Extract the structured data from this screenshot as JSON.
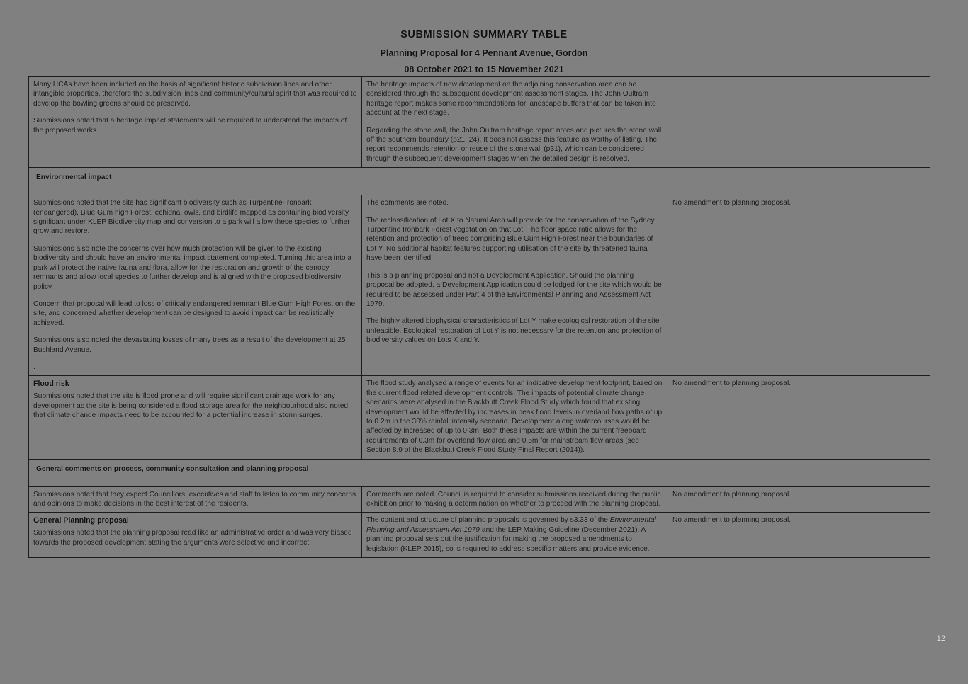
{
  "header": {
    "title": "SUBMISSION SUMMARY TABLE",
    "subtitle": "Planning Proposal for 4 Pennant Avenue, Gordon",
    "dates": "08 October 2021 to 15 November 2021"
  },
  "page_number": "12",
  "colors": {
    "page_background": "#808080",
    "section_teal": "#ddeef1",
    "section_blue": "#97c6e4",
    "table_border": "#1b1b1b"
  },
  "rows": [
    {
      "type": "content",
      "submission": {
        "paragraphs": [
          "Many HCAs have been included on the basis of significant historic subdivision lines and other intangible properties, therefore the subdivision lines and community/cultural spirit that was required to develop the bowling greens should be preserved.",
          "Submissions noted that a heritage impact statements will be required to understand the impacts of the proposed works."
        ]
      },
      "response": {
        "paragraphs": [
          "The heritage impacts of new development on the adjoining conservation area can be considered through the subsequent development assessment stages.  The John Oultram heritage report makes some recommendations for landscape buffers that can be taken into account at the next stage.",
          "Regarding the stone wall, the John Oultram heritage report notes and pictures the stone wall off the southern boundary (p21, 24).  It does not assess this feature as worthy of listing.  The report recommends retention or reuse of the stone wall (p31), which can be considered through the subsequent development stages when the detailed design is resolved."
        ]
      },
      "amendment": {
        "paragraphs": []
      }
    },
    {
      "type": "section",
      "style": "teal",
      "label": "Environmental impact"
    },
    {
      "type": "content",
      "submission": {
        "paragraphs": [
          "Submissions noted that the site has significant biodiversity such as Turpentine-Ironbark (endangered), Blue Gum high Forest, echidna, owls, and birdlife mapped as containing biodiversity significant under KLEP Biodiversity map and conversion to a park will allow these species to further grow and restore.",
          "Submissions also note the concerns over how much protection will be given to the existing biodiversity and should have an environmental impact statement completed. Turning this area into a park will protect the native fauna and flora, allow for the restoration and growth of the canopy remnants and allow local species to further develop and is aligned with the proposed biodiversity policy.",
          "Concern that proposal will lead to loss of critically endangered remnant Blue Gum High Forest on the site, and concerned whether development can be designed to avoid impact can be realistically achieved.",
          "Submissions also noted the devastating losses of many trees as a result of the development at 25 Bushland Avenue.",
          "."
        ]
      },
      "response": {
        "paragraphs": [
          "The comments are noted.",
          "The reclassification of Lot X to Natural Area will provide for the conservation of the Sydney Turpentine Ironbark Forest vegetation on that Lot. The floor space ratio allows for the retention and protection of trees comprising Blue Gum High Forest near the boundaries of Lot Y. No additional habitat features supporting utilisation of the site by threatened fauna have been identified.",
          "This is a planning proposal and not a Development Application. Should the planning proposal be adopted, a Development Application could be lodged for the site which would be required to be assessed under Part 4 of the Environmental Planning and Assessment Act 1979.",
          "The highly altered biophysical characteristics of Lot Y make ecological restoration of the site unfeasible.  Ecological restoration of Lot Y is not necessary for the retention and protection of biodiversity values on Lots X and Y."
        ]
      },
      "amendment": {
        "paragraphs": [
          "No amendment to planning proposal."
        ]
      }
    },
    {
      "type": "content",
      "heading": "Flood risk",
      "submission": {
        "paragraphs": [
          "Submissions noted that the site is flood prone and will require significant drainage work for any development as the site is being considered a flood storage area for the neighbourhood also noted that climate change impacts need to be accounted for a potential increase in storm surges."
        ]
      },
      "response": {
        "paragraphs": [
          "The flood study analysed a range of events for an indicative development footprint, based on the current flood related development controls. The impacts of potential climate change scenarios were analysed in the Blackbutt Creek Flood Study which found that existing development would be affected by increases in peak flood levels in overland flow paths of up to 0.2m in the 30% rainfall intensity scenario. Development along watercourses would be affected by increased of up to 0.3m. Both these impacts are within the current freeboard requirements of 0.3m for overland flow area and 0.5m for mainstream flow areas (see Section 8.9 of the Blackbutt Creek Flood Study Final Report (2014))."
        ]
      },
      "amendment": {
        "paragraphs": [
          "No amendment to planning proposal."
        ]
      }
    },
    {
      "type": "section",
      "style": "blue",
      "label": "General comments on process, community consultation and planning proposal"
    },
    {
      "type": "content",
      "submission": {
        "paragraphs": [
          "Submissions noted that they expect Councillors, executives and staff to listen to community concerns and opinions to make decisions in the best interest of the residents."
        ]
      },
      "response": {
        "paragraphs": [
          "Comments are noted.  Council is required to consider submissions received during the public exhibition prior to making a determination on whether to proceed with the planning proposal."
        ]
      },
      "amendment": {
        "paragraphs": [
          "No amendment to planning proposal."
        ]
      }
    },
    {
      "type": "content",
      "heading": "General Planning proposal",
      "submission": {
        "paragraphs": [
          "Submissions noted that the planning proposal read like an administrative order and was very biased towards the proposed development stating the arguments were selective and incorrect."
        ]
      },
      "response": {
        "rich": [
          {
            "text": "The content and structure of planning proposals is governed by s3.33 of the ",
            "style": "normal"
          },
          {
            "text": "Environmental Planning and Assessment Act 1979",
            "style": "italic"
          },
          {
            "text": " and the LEP Making Guideline (December 2021). A planning proposal sets out the justification for making the proposed amendments to legislation (KLEP 2015), so is required to address specific matters and provide evidence.",
            "style": "normal"
          }
        ]
      },
      "amendment": {
        "paragraphs": [
          "No amendment to planning proposal."
        ]
      }
    }
  ]
}
